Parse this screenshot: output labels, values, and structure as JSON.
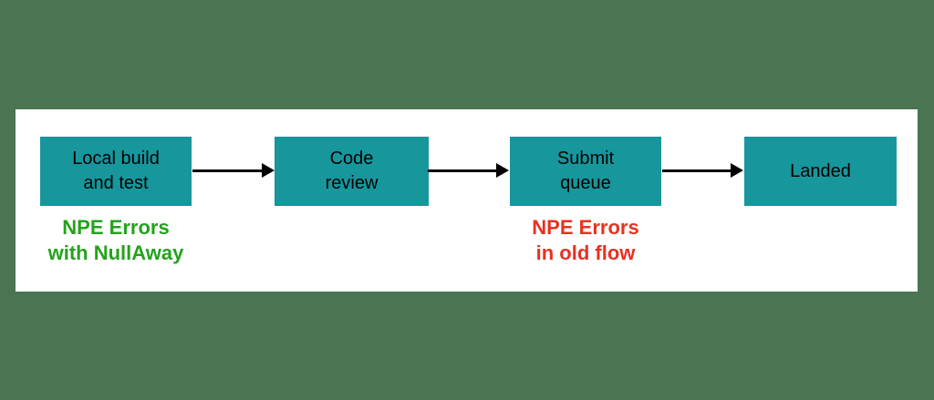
{
  "diagram": {
    "background_color": "#4A7452",
    "panel_color": "#FFFFFF",
    "box_fill_color": "#17969C",
    "box_text_color": "#000000",
    "arrow_color": "#000000",
    "boxes": [
      {
        "id": "local-build-test",
        "lines": [
          "Local build",
          "and test"
        ]
      },
      {
        "id": "code-review",
        "lines": [
          "Code",
          "review"
        ]
      },
      {
        "id": "submit-queue",
        "lines": [
          "Submit",
          "queue"
        ]
      },
      {
        "id": "landed",
        "lines": [
          "Landed"
        ]
      }
    ],
    "arrows": [
      {
        "id": "arrow-local-to-review",
        "from": "local-build-test",
        "to": "code-review"
      },
      {
        "id": "arrow-review-to-submit",
        "from": "code-review",
        "to": "submit-queue"
      },
      {
        "id": "arrow-submit-to-landed",
        "from": "submit-queue",
        "to": "landed"
      }
    ],
    "annotations": [
      {
        "id": "nullaway",
        "lines": [
          "NPE Errors",
          "with NullAway"
        ],
        "color": "#23A31C"
      },
      {
        "id": "old-flow",
        "lines": [
          "NPE Errors",
          "in old flow"
        ],
        "color": "#E53322"
      }
    ]
  }
}
